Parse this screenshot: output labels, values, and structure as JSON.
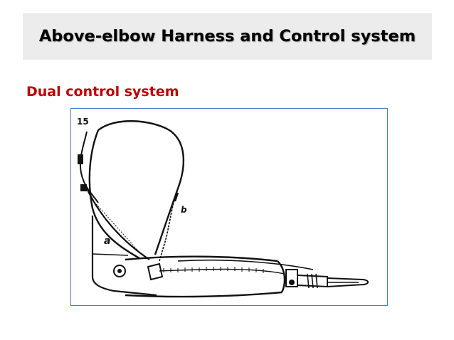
{
  "slide": {
    "title": "Above-elbow Harness and Control system",
    "subtitle": "Dual control system"
  },
  "figure": {
    "labels": {
      "number": "15",
      "label_a": "a",
      "label_b": "b"
    },
    "colors": {
      "frame_border": "#4a7fc1",
      "ink": "#111111"
    }
  },
  "colors": {
    "title_band": "#ececec",
    "subtitle_text": "#c00000"
  }
}
